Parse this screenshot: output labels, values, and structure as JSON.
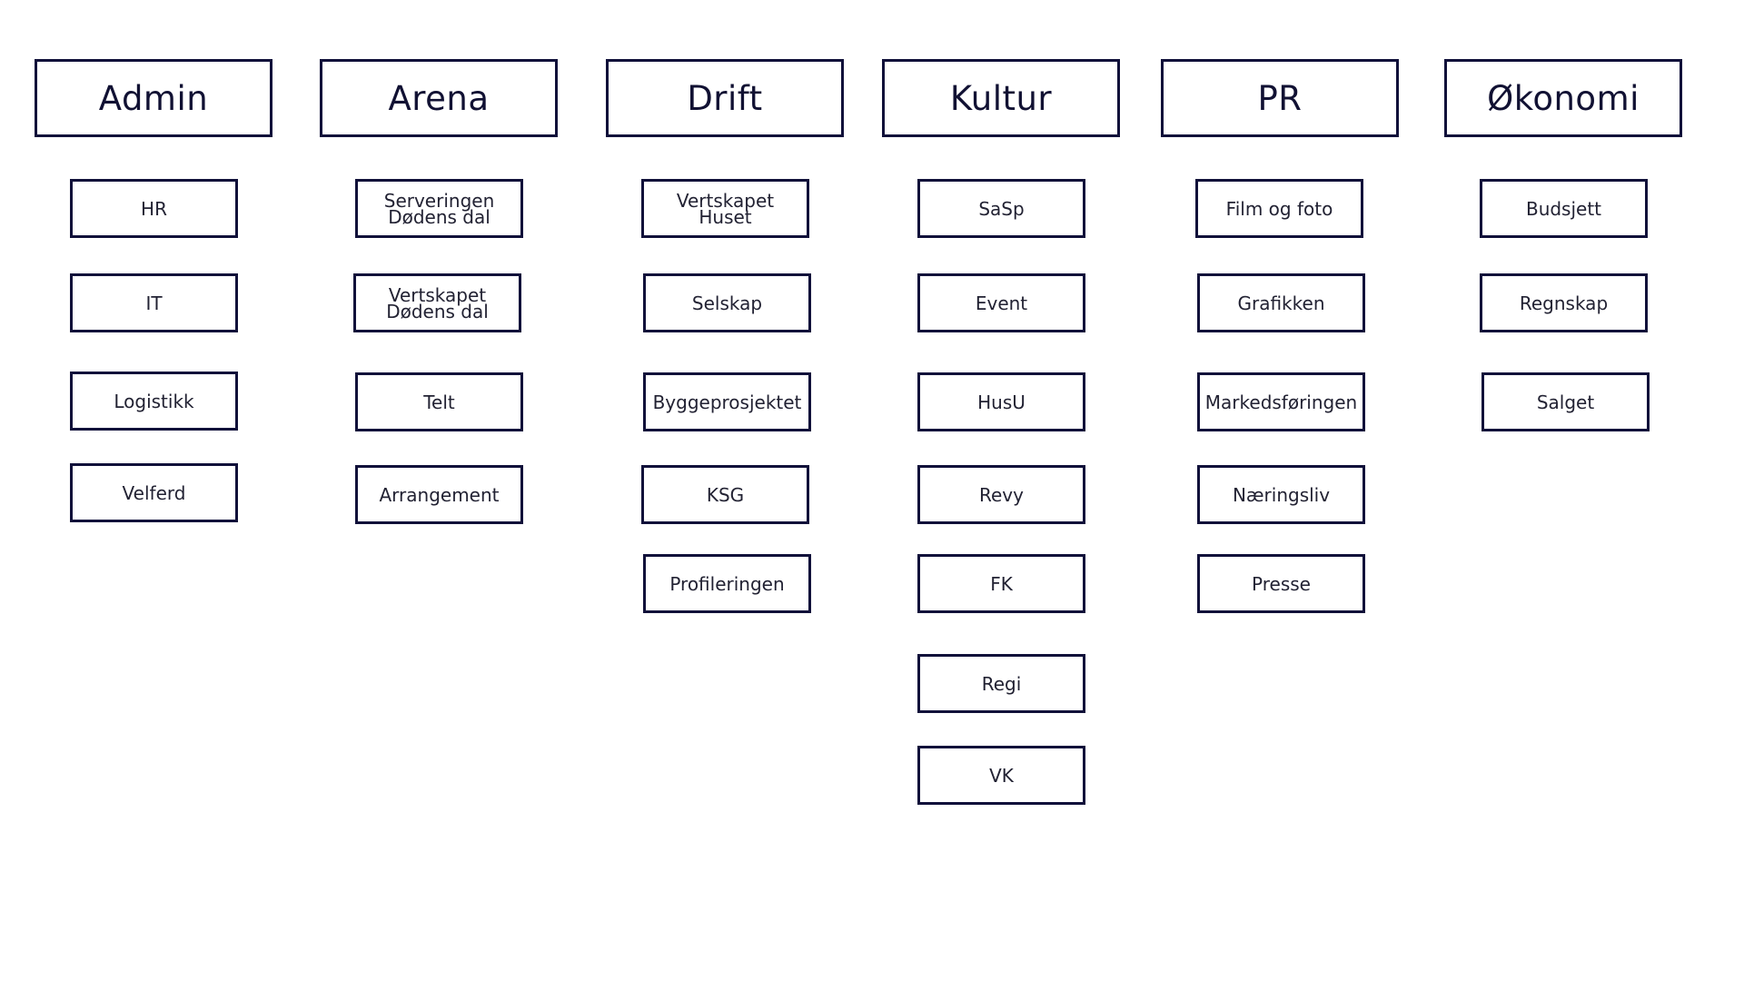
{
  "colors": {
    "border": "#11113a",
    "text": "#111133",
    "background": "#ffffff"
  },
  "columns": [
    {
      "title": "Admin",
      "items": [
        "HR",
        "IT",
        "Logistikk",
        "Velferd"
      ]
    },
    {
      "title": "Arena",
      "items": [
        "Serveringen\nDødens dal",
        "Vertskapet\nDødens dal",
        "Telt",
        "Arrangement"
      ]
    },
    {
      "title": "Drift",
      "items": [
        "Vertskapet\nHuset",
        "Selskap",
        "Byggeprosjektet",
        "KSG",
        "Profileringen"
      ]
    },
    {
      "title": "Kultur",
      "items": [
        "SaSp",
        "Event",
        "HusU",
        "Revy",
        "FK",
        "Regi",
        "VK"
      ]
    },
    {
      "title": "PR",
      "items": [
        "Film og foto",
        "Grafikken",
        "Markedsføringen",
        "Næringsliv",
        "Presse"
      ]
    },
    {
      "title": "Økonomi",
      "items": [
        "Budsjett",
        "Regnskap",
        "Salget"
      ]
    }
  ]
}
